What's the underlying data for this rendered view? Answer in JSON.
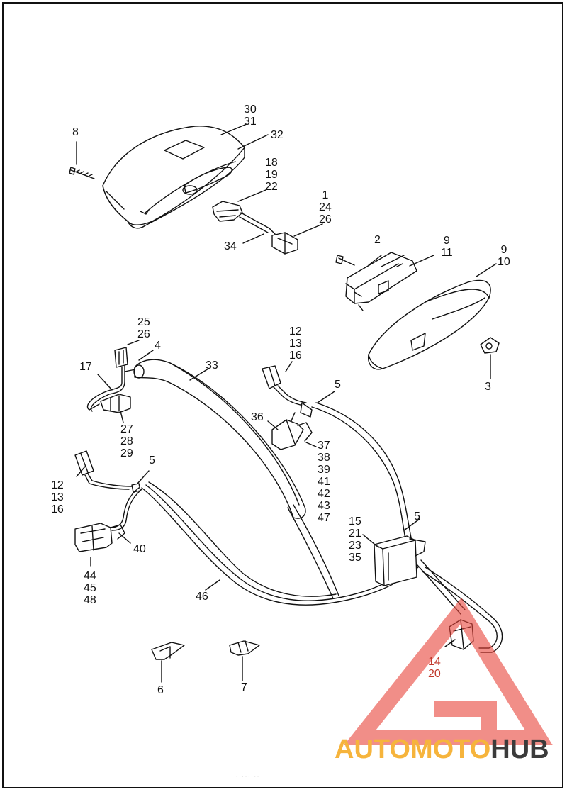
{
  "callouts": [
    {
      "id": "c1",
      "lines": "30\n31"
    },
    {
      "id": "c2",
      "lines": "32"
    },
    {
      "id": "c3",
      "lines": "8"
    },
    {
      "id": "c4",
      "lines": "18\n19\n22"
    },
    {
      "id": "c5",
      "lines": "1\n24\n26"
    },
    {
      "id": "c6",
      "lines": "34"
    },
    {
      "id": "c7",
      "lines": "2"
    },
    {
      "id": "c8",
      "lines": "9\n11"
    },
    {
      "id": "c9",
      "lines": "9\n10"
    },
    {
      "id": "c10",
      "lines": "3"
    },
    {
      "id": "c11",
      "lines": "25\n26"
    },
    {
      "id": "c12",
      "lines": "4"
    },
    {
      "id": "c13",
      "lines": "17"
    },
    {
      "id": "c14",
      "lines": "33"
    },
    {
      "id": "c15",
      "lines": "12\n13\n16"
    },
    {
      "id": "c16",
      "lines": "5"
    },
    {
      "id": "c17",
      "lines": "27\n28\n29"
    },
    {
      "id": "c18",
      "lines": "36"
    },
    {
      "id": "c19",
      "lines": "37\n38\n39\n41\n42\n43\n47"
    },
    {
      "id": "c20",
      "lines": "5"
    },
    {
      "id": "c21",
      "lines": "12\n13\n16"
    },
    {
      "id": "c22",
      "lines": "40"
    },
    {
      "id": "c23",
      "lines": "15\n21\n23\n35"
    },
    {
      "id": "c24",
      "lines": "5"
    },
    {
      "id": "c25",
      "lines": "44\n45\n48"
    },
    {
      "id": "c26",
      "lines": "46"
    },
    {
      "id": "c27",
      "lines": "14\n20"
    },
    {
      "id": "c28",
      "lines": "6"
    },
    {
      "id": "c29",
      "lines": "7"
    }
  ],
  "watermark": {
    "brand_part1": "AUTOMOTO",
    "brand_part2": "HUB",
    "color_primary": "#f6b43c",
    "color_secondary": "#3b3b3b",
    "triangle_color": "#e8443a"
  },
  "footer_note": "· · · · · · · ·"
}
